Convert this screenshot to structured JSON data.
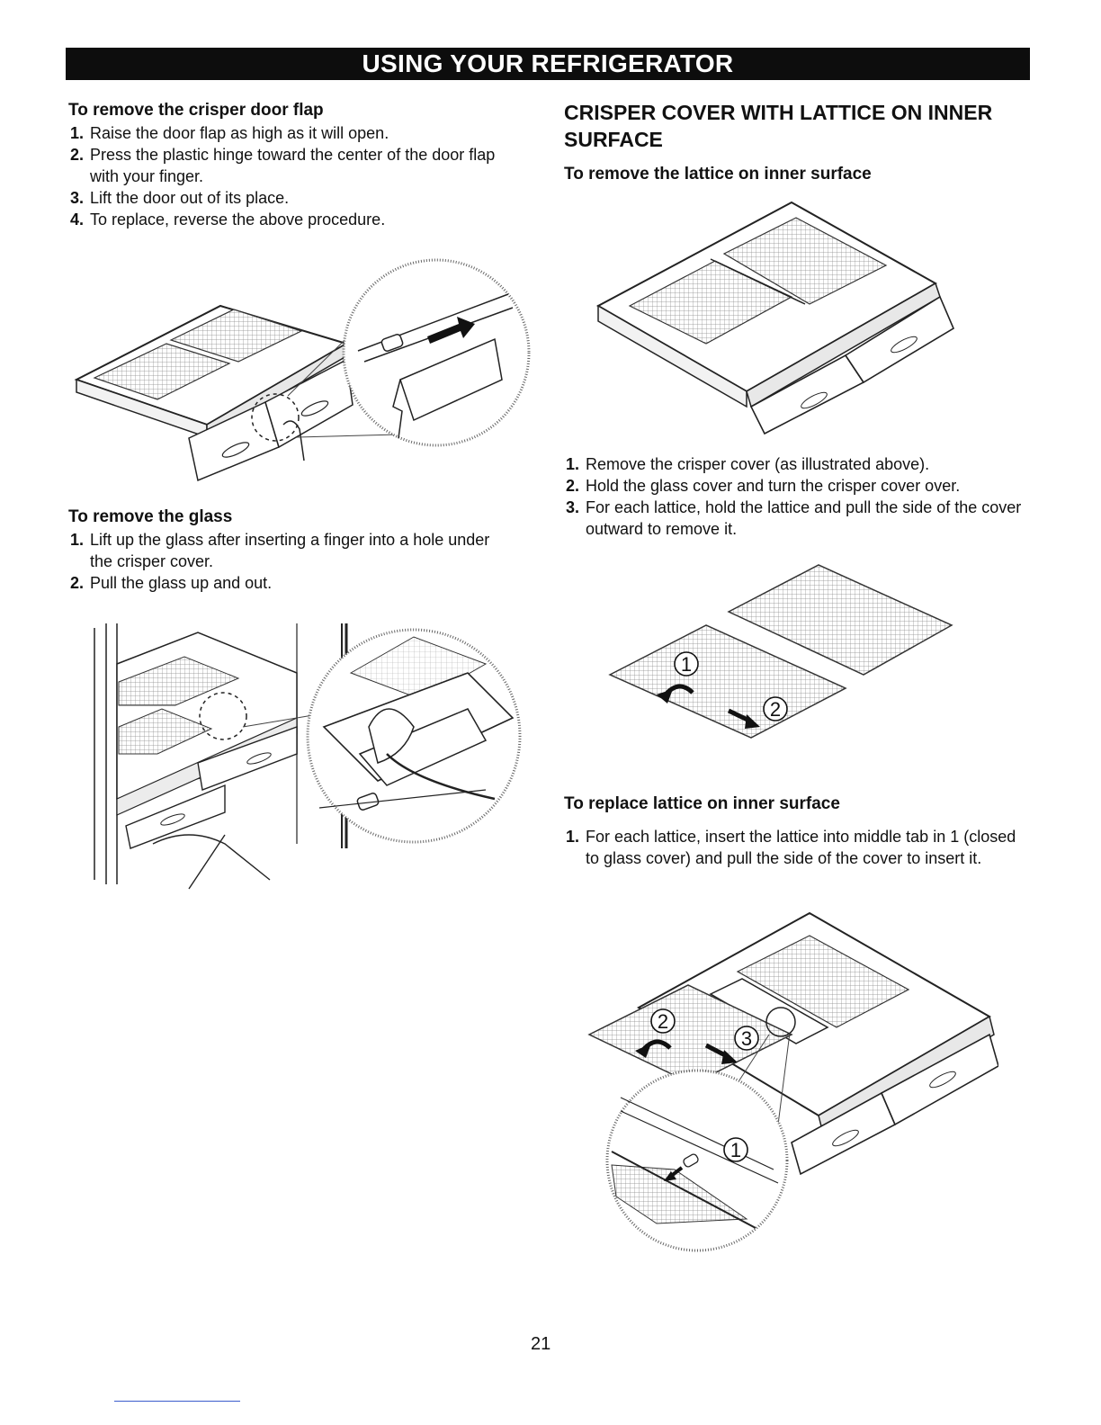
{
  "header": {
    "title": "USING YOUR REFRIGERATOR"
  },
  "left": {
    "door_flap": {
      "heading": "To remove the crisper door flap",
      "steps": [
        {
          "num": "1.",
          "text": "Raise the door flap as high as it will open."
        },
        {
          "num": "2.",
          "text": "Press the plastic hinge toward the center of the door flap with your finger."
        },
        {
          "num": "3.",
          "text": "Lift the door out of its place."
        },
        {
          "num": "4.",
          "text": "To replace, reverse the above procedure."
        }
      ]
    },
    "glass": {
      "heading": "To remove the glass",
      "steps": [
        {
          "num": "1.",
          "text": "Lift up the glass after inserting a finger into a hole under the crisper cover."
        },
        {
          "num": "2.",
          "text": "Pull the glass up and out."
        }
      ]
    }
  },
  "right": {
    "section_title": "CRISPER COVER WITH LATTICE ON INNER SURFACE",
    "remove": {
      "heading": "To remove the lattice on inner surface",
      "steps": [
        {
          "num": "1.",
          "text": "Remove the crisper cover (as illustrated above)."
        },
        {
          "num": "2.",
          "text": "Hold the glass cover and turn the crisper cover over."
        },
        {
          "num": "3.",
          "text": "For each lattice, hold the lattice and pull the side of the cover outward to remove it."
        }
      ]
    },
    "replace": {
      "heading": "To replace lattice on inner surface",
      "steps": [
        {
          "num": "1.",
          "text": "For each lattice, insert the lattice into middle tab in 1 (closed to glass cover) and pull the side of the cover to insert it."
        }
      ]
    }
  },
  "figures": {
    "lattice_callouts": [
      "1",
      "2"
    ],
    "replace_callouts": [
      "2",
      "3",
      "1"
    ]
  },
  "footer": {
    "page_number": "21"
  }
}
